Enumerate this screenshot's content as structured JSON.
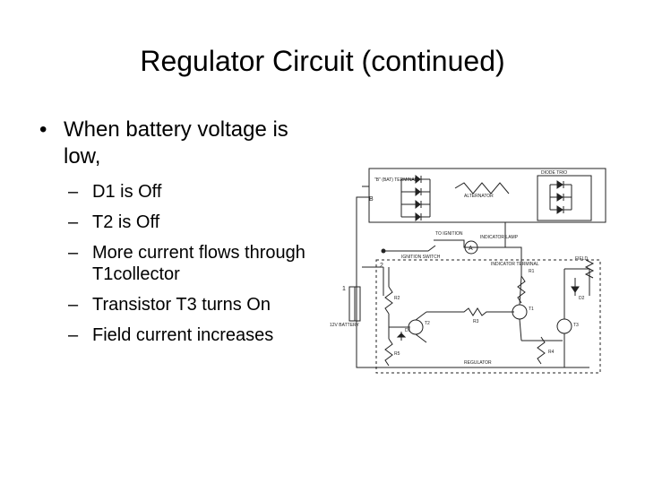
{
  "slide": {
    "title": "Regulator Circuit (continued)",
    "bullet_mark": "•",
    "bullet": "When battery voltage is low,",
    "dash_mark": "–",
    "subbullets": [
      "D1 is Off",
      "T2 is Off",
      "More current flows through T1collector",
      "Transistor T3 turns On",
      "Field current increases"
    ]
  },
  "diagram": {
    "labels": {
      "b_terminal": "B",
      "terminal_b_text": "\"B\" (BAT) TERMINAL",
      "alternator": "ALTERNATOR",
      "diode_trio": "DIODE TRIO",
      "to_ignition": "TO IGNITION",
      "indicator_lamp": "INDICATOR LAMP",
      "ammeter": "A",
      "ignition_switch": "IGNITION SWITCH",
      "terminal_1": "1",
      "terminal_2": "2",
      "indicator_terminal": "INDICATOR TERMINAL",
      "battery": "12V BATTERY",
      "r1": "R1",
      "r2": "R2",
      "r3": "R3",
      "r4": "R4",
      "r5": "R5",
      "t1": "T1",
      "t2": "T2",
      "t3": "T3",
      "d1": "D1",
      "d2": "D2",
      "field": "FIELD",
      "regulator": "REGULATOR"
    }
  }
}
